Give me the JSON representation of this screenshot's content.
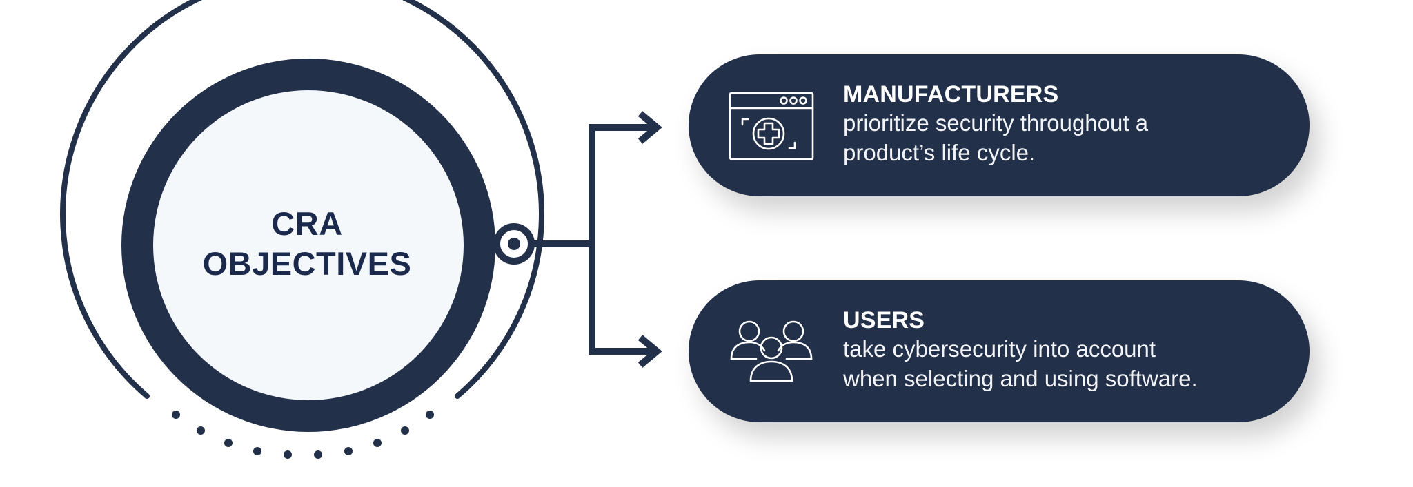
{
  "center": {
    "title_line1": "CRA",
    "title_line2": "OBJECTIVES"
  },
  "cards": [
    {
      "heading": "MANUFACTURERS",
      "body": "prioritize security throughout a\nproduct’s life cycle.",
      "icon": "browser-window-medical-cross-icon"
    },
    {
      "heading": "USERS",
      "body": "take cybersecurity into account\nwhen selecting and using software.",
      "icon": "user-group-icon"
    }
  ],
  "colors": {
    "navy": "#233049",
    "title_navy": "#1b2a4c",
    "inner_circle": "#f5f8fa",
    "card_text": "#ffffff"
  }
}
